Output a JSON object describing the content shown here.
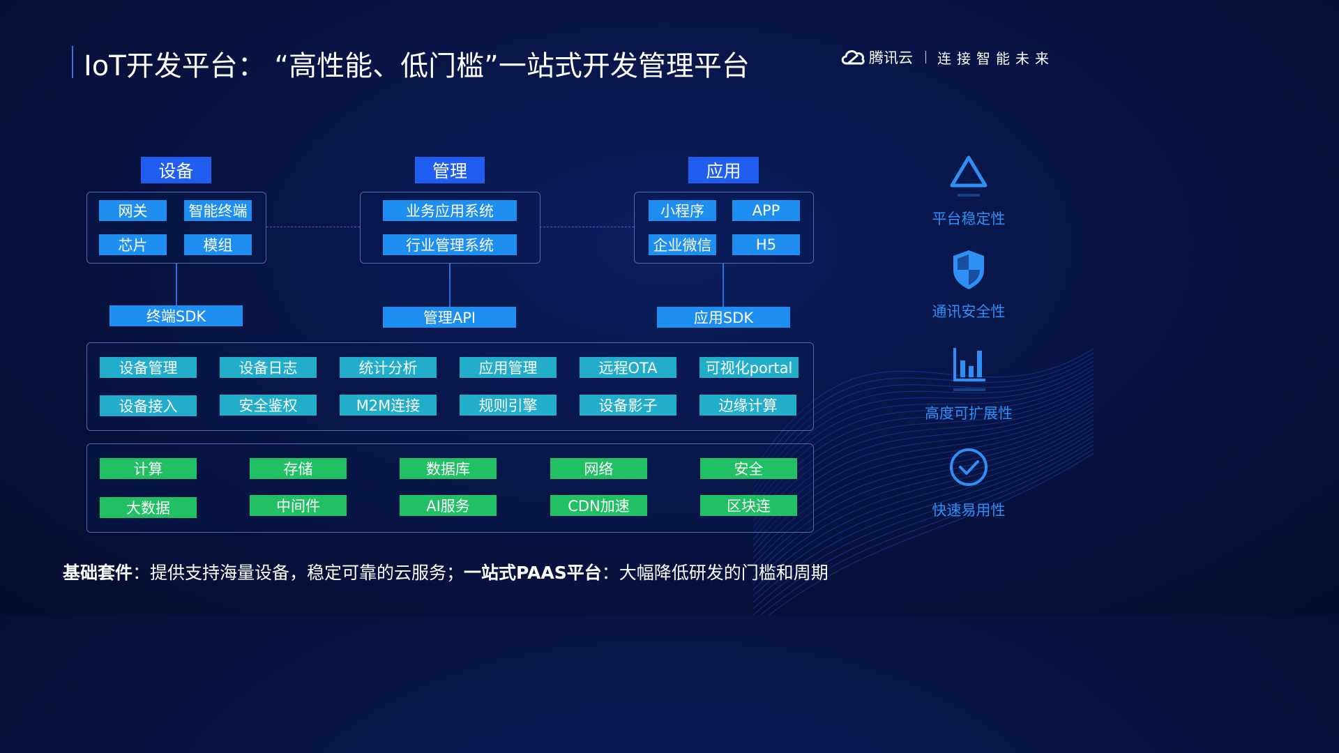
{
  "title": "IoT开发平台：  “高性能、低门槛”一站式开发管理平台",
  "brand": {
    "name": "腾讯云",
    "slogan": "连接智能未来"
  },
  "columns": {
    "device": {
      "label": "设备",
      "items": [
        "网关",
        "智能终端",
        "芯片",
        "模组"
      ],
      "sdk": "终端SDK"
    },
    "manage": {
      "label": "管理",
      "items": [
        "业务应用系统",
        "行业管理系统"
      ],
      "sdk": "管理API"
    },
    "app": {
      "label": "应用",
      "items": [
        "小程序",
        "APP",
        "企业微信",
        "H5"
      ],
      "sdk": "应用SDK"
    }
  },
  "platform": [
    "设备管理",
    "设备日志",
    "统计分析",
    "应用管理",
    "远程OTA",
    "可视化portal",
    "设备接入",
    "安全鉴权",
    "M2M连接",
    "规则引擎",
    "设备影子",
    "边缘计算"
  ],
  "infra": [
    "计算",
    "存储",
    "数据库",
    "网络",
    "安全",
    "大数据",
    "中间件",
    "AI服务",
    "CDN加速",
    "区块连"
  ],
  "features": [
    {
      "label": "平台稳定性",
      "icon": "triangle-icon"
    },
    {
      "label": "通讯安全性",
      "icon": "shield-icon"
    },
    {
      "label": "高度可扩展性",
      "icon": "bar-chart-icon"
    },
    {
      "label": "快速易用性",
      "icon": "check-circle-icon"
    }
  ],
  "footer": {
    "part1_bold": "基础套件",
    "part1": "：提供支持海量设备，稳定可靠的云服务；",
    "part2_bold": "一站式PAAS平台",
    "part2": "：大幅降低研发的门槛和周期"
  },
  "colors": {
    "header_blue": "#1f5ef0",
    "chip_blue": "#1e8ff0",
    "chip_teal": "#22aecb",
    "chip_green": "#21c064",
    "feature_blue": "#2f8ff4"
  }
}
